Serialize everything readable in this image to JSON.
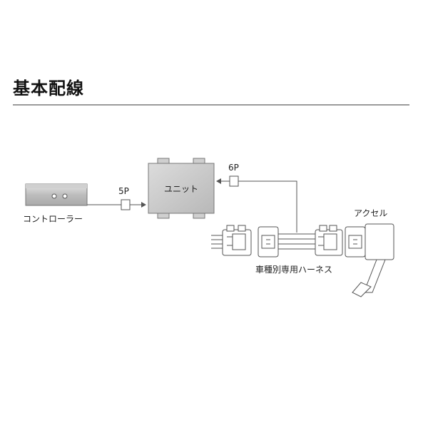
{
  "heading": "基本配線",
  "components": {
    "controller": "コントローラー",
    "unit": "ユニット",
    "harness": "車種別専用ハーネス",
    "accelerator": "アクセル"
  },
  "connectors": {
    "controller_to_unit": "5P",
    "harness_to_unit": "6P"
  }
}
